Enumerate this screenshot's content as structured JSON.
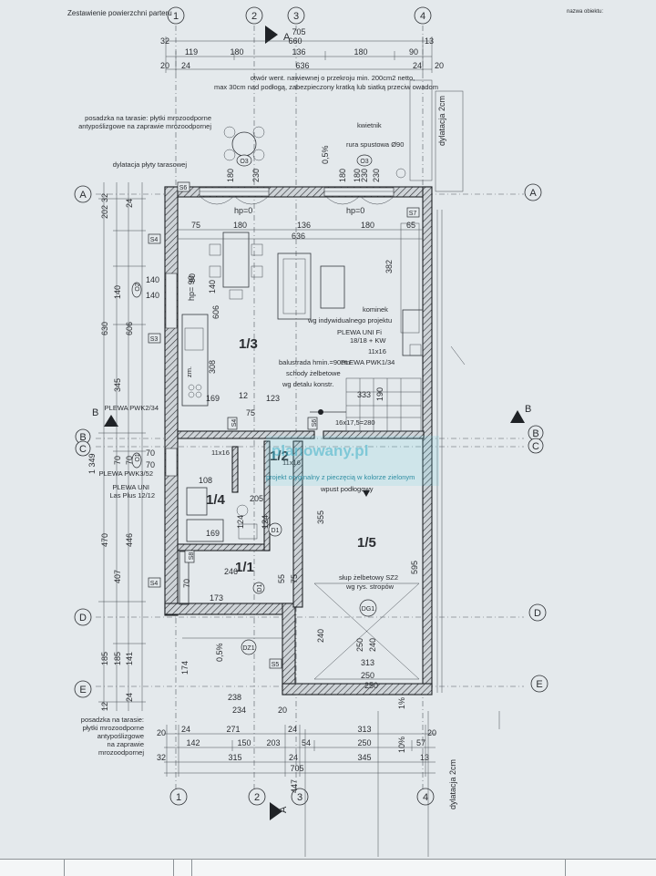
{
  "axes": {
    "columns": [
      "1",
      "2",
      "3",
      "4"
    ],
    "rows": [
      "A",
      "B",
      "C",
      "D",
      "E"
    ],
    "section": "A",
    "section2": "B"
  },
  "dims": {
    "top1": {
      "a": "32",
      "total": "705",
      "b": "13"
    },
    "top2": {
      "a": "119",
      "b": "180",
      "c": "660",
      "d": "136",
      "e": "180",
      "f": "90"
    },
    "top3": {
      "a": "20",
      "b": "24",
      "c": "636",
      "d": "24",
      "e": "20"
    },
    "left1": {
      "a": "32",
      "b": "202",
      "c": "140",
      "d": "630",
      "e": "345",
      "f": "1 349",
      "g": "70",
      "h": "470",
      "i": "407",
      "j": "185",
      "k": "185",
      "l": "12"
    },
    "left2": {
      "a": "24",
      "b": "606",
      "c": "70",
      "d": "446",
      "e": "141",
      "f": "24"
    },
    "bottom1": {
      "a": "20",
      "b": "24",
      "c": "271",
      "d": "24",
      "e": "313",
      "f": "20"
    },
    "bottom2": {
      "a": "142",
      "b": "150",
      "c": "203",
      "d": "54",
      "e": "250",
      "f": "57"
    },
    "bottom3": {
      "a": "32",
      "b": "315",
      "c": "24",
      "d": "345",
      "e": "13"
    },
    "bottom4": {
      "total": "705"
    },
    "side_447": "447",
    "inner": {
      "d75": "75",
      "d180a": "180",
      "d136": "136",
      "d180b": "180",
      "d65": "65",
      "d636": "636",
      "d382": "382",
      "d606": "606",
      "d308": "308",
      "d140": "140",
      "d123": "123",
      "d169a": "169",
      "d12": "12",
      "d75b": "75",
      "d333": "333",
      "d108": "108",
      "d205": "205",
      "d124a": "124",
      "d124b": "124",
      "d169b": "169",
      "d246": "246",
      "d70": "70",
      "d173": "173",
      "d55": "55",
      "d75c": "75",
      "d355": "355",
      "d595": "595",
      "d240": "240",
      "d250a": "250",
      "d313": "313",
      "d250b": "250",
      "d174": "174",
      "d238": "238",
      "d234": "234",
      "d20": "20",
      "d250c": "250",
      "d240b": "240",
      "d90": "90",
      "d190": "190",
      "d180c": "180",
      "d230": "230"
    }
  },
  "notes": {
    "vent": "otwór went. nawiewnej o przekroju min. 200cm2 netto,",
    "vent2": "max 30cm nad podłogą, zabezpieczony kratką lub siatką przeciw owadom",
    "terrace": "posadzka na tarasie: płytki mrozoodporne",
    "terrace2": "antypoślizgowe na zaprawie mrozoodpornej",
    "expansion": "dylatacja płyty tarasowej",
    "planter": "kwietnik",
    "downpipe": "rura spustowa Ø90",
    "dil2cm": "dylatacja 2cm",
    "dil2cm_b": "dylatacja 2cm",
    "slope": "0,5%",
    "slope2": "0,5%",
    "slope3": "1%",
    "slope4": "10%",
    "hp0a": "hp=0",
    "hp0b": "hp=0",
    "hp90": "hp= 90",
    "fireplace": "kominek",
    "fireplace2": "wg indywidualnego projektu",
    "plewa_fi": "PLEWA UNI Fi",
    "plewa_fi2": "18/18 + KW",
    "s11x16": "11x16",
    "s11x16b": "11x16",
    "s11x16c": "11x16",
    "plewa_pwk134": "PLEWA PWK1/34",
    "balustrade": "balustrada hmin.=90cm",
    "stairs": "schody żelbetowe",
    "stairs2": "wg detalu konstr.",
    "plewa_pwk234": "PLEWA PWK2/34",
    "plewa_pwk352": "PLEWA PWK3/52",
    "plewa_uni": "PLEWA UNI",
    "las_plus": "Las Plus 12/12",
    "wm1": "planowany.pl",
    "wm2": "projekt oryginalny z pieczęcią w kolorze zielonym",
    "floor_drain": "wpust podłogowy",
    "column": "słup żelbetowy SZ2",
    "column2": "wg rys. stropów",
    "terrace_b": "posadzka na tarasie:",
    "terrace_b2": "płytki mrozoodporne",
    "terrace_b3": "antypoślizgowe",
    "terrace_b4": "na zaprawie",
    "terrace_b5": "mrozoodpornej",
    "zm": "zm.",
    "step": "16x17,5=280"
  },
  "rooms": [
    "1/3",
    "1/2",
    "1/4",
    "1/1",
    "1/5"
  ],
  "tags": {
    "o3a": "O3",
    "o3b": "O3",
    "o1": "O1",
    "o2": "O2",
    "d1": "D1",
    "dz1": "DZ1",
    "dg1": "DG1",
    "d1b": "D1",
    "s4a": "S4",
    "s3": "S3",
    "s8": "S8",
    "s4b": "S4",
    "s5": "S5",
    "s6": "S6",
    "s7": "S7",
    "s4c": "S4",
    "s6b": "S6"
  },
  "window_heights": {
    "o3a": "180",
    "o3a2": "230",
    "o3b": "180",
    "o3b2": "230",
    "o2": "140",
    "o2b": "140",
    "o1": "70",
    "o1b": "70"
  },
  "bottom_table": {
    "title": "Zestawienie powierzchni parteru",
    "right": "nazwa obiektu:"
  }
}
